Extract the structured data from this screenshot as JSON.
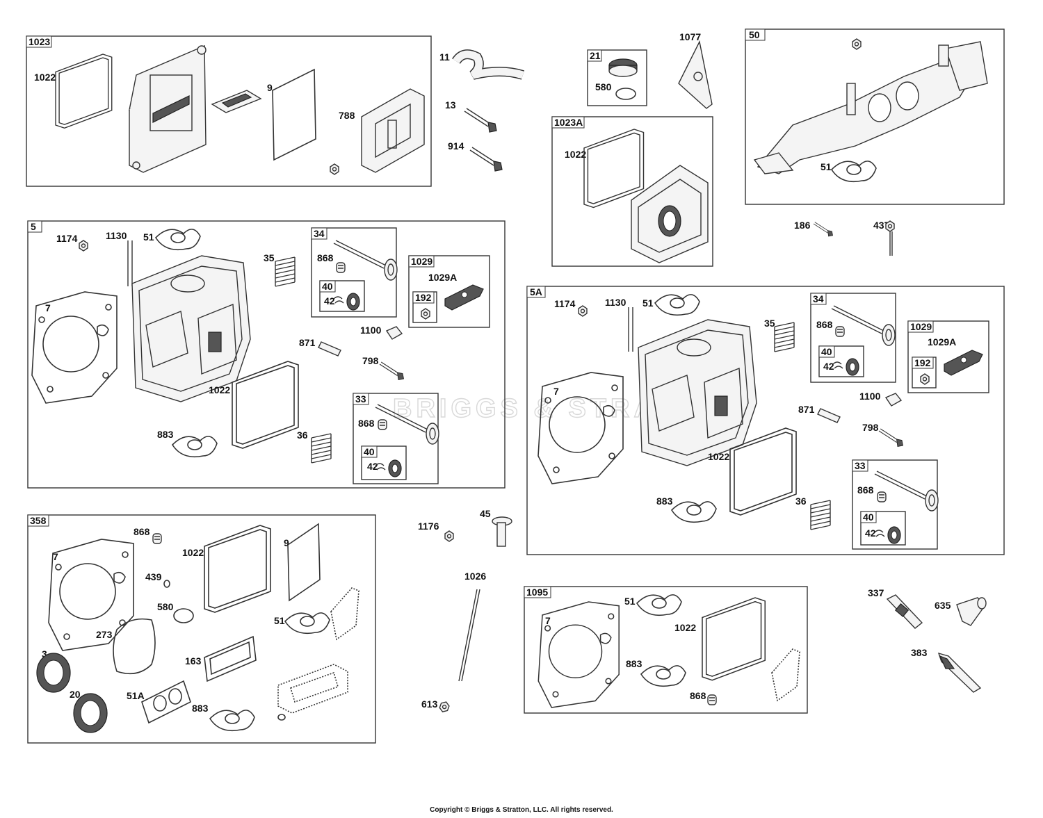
{
  "watermark": "BRIGGS & STRATTON",
  "copyright": "Copyright © Briggs & Stratton, LLC. All rights reserved.",
  "boxes": {
    "b1023": "1023",
    "b21": "21",
    "b1023A": "1023A",
    "b50": "50",
    "b5": "5",
    "b34": "34",
    "b40a": "40",
    "b1029": "1029",
    "b192": "192",
    "b33": "33",
    "b40b": "40",
    "b5A": "5A",
    "b34A": "34",
    "b40c": "40",
    "b1029b": "1029",
    "b192b": "192",
    "b33A": "33",
    "b40d": "40",
    "b358": "358",
    "b1095": "1095"
  },
  "labels": {
    "l1022a": "1022",
    "l9a": "9",
    "l788": "788",
    "l11": "11",
    "l13": "13",
    "l914": "914",
    "l580a": "580",
    "l1077": "1077",
    "l1022b": "1022",
    "l51a": "51",
    "l186": "186",
    "l437": "437",
    "l1174a": "1174",
    "l1130a": "1130",
    "l51b": "51",
    "l35a": "35",
    "l7a": "7",
    "l868a": "868",
    "l42a": "42",
    "l1029Aa": "1029A",
    "l1100a": "1100",
    "l871a": "871",
    "l798a": "798",
    "l1022c": "1022",
    "l868b": "868",
    "l42b": "42",
    "l883a": "883",
    "l36a": "36",
    "l1174b": "1174",
    "l1130b": "1130",
    "l51c": "51",
    "l35b": "35",
    "l868c": "868",
    "l42c": "42",
    "l1029Ab": "1029A",
    "l7b": "7",
    "l1100b": "1100",
    "l871b": "871",
    "l798b": "798",
    "l1022d": "1022",
    "l868d": "868",
    "l42d": "42",
    "l883b": "883",
    "l36b": "36",
    "l868e": "868",
    "l7c": "7",
    "l1022e": "1022",
    "l9b": "9",
    "l439": "439",
    "l580b": "580",
    "l273": "273",
    "l3": "3",
    "l51d": "51",
    "l163": "163",
    "l20": "20",
    "l51A": "51A",
    "l883c": "883",
    "l1176": "1176",
    "l45": "45",
    "l1026": "1026",
    "l613": "613",
    "l7d": "7",
    "l51e": "51",
    "l1022f": "1022",
    "l883d": "883",
    "l868f": "868",
    "l337": "337",
    "l635": "635",
    "l383": "383"
  }
}
